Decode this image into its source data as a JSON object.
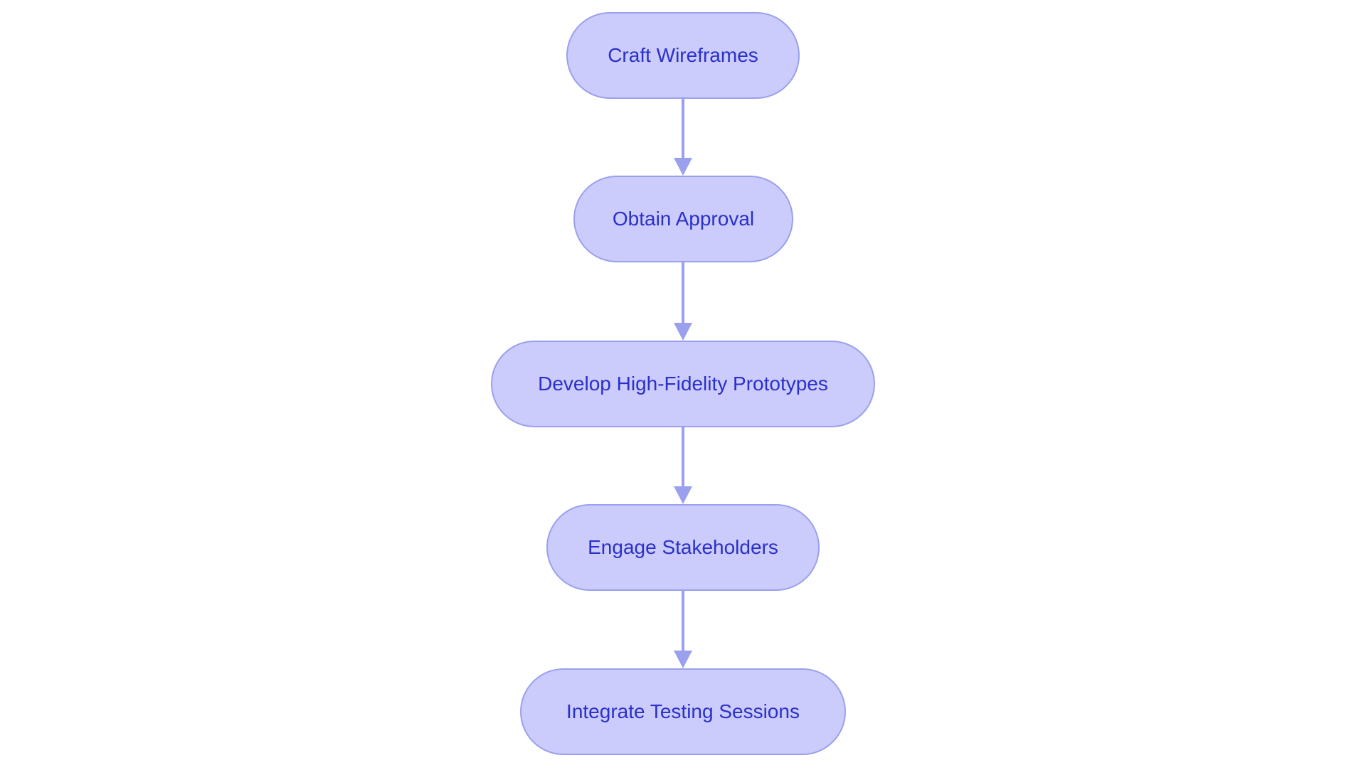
{
  "diagram": {
    "type": "flowchart",
    "nodes": [
      {
        "id": "n1",
        "label": "Craft Wireframes"
      },
      {
        "id": "n2",
        "label": "Obtain Approval"
      },
      {
        "id": "n3",
        "label": "Develop High-Fidelity Prototypes"
      },
      {
        "id": "n4",
        "label": "Engage Stakeholders"
      },
      {
        "id": "n5",
        "label": "Integrate Testing Sessions"
      }
    ],
    "edges": [
      {
        "from": "n1",
        "to": "n2"
      },
      {
        "from": "n2",
        "to": "n3"
      },
      {
        "from": "n3",
        "to": "n4"
      },
      {
        "from": "n4",
        "to": "n5"
      }
    ],
    "colors": {
      "fill": "#cbcbfc",
      "stroke": "#9aa0ee",
      "text": "#2b30c8",
      "edge": "#9aa0ee"
    }
  }
}
